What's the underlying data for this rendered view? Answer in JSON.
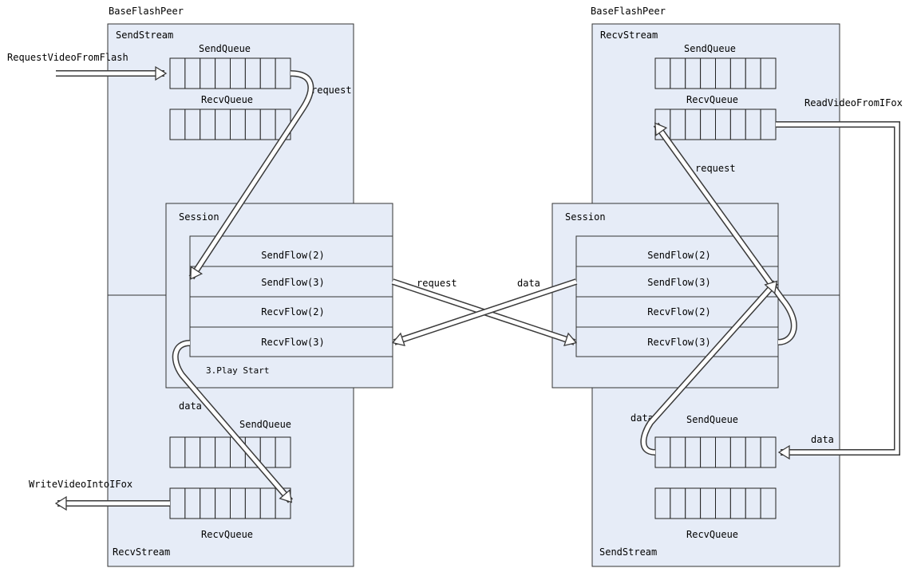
{
  "colors": {
    "box_fill": "#e6ecf7",
    "stroke": "#333333",
    "arrow_fill": "#ffffff"
  },
  "left": {
    "peer_title": "BaseFlashPeer",
    "send_stream_label": "SendStream",
    "recv_stream_label": "RecvStream",
    "top_send_queue": "SendQueue",
    "top_recv_queue": "RecvQueue",
    "bottom_send_queue": "SendQueue",
    "bottom_recv_queue": "RecvQueue",
    "session": {
      "label": "Session",
      "flows": [
        "SendFlow(2)",
        "SendFlow(3)",
        "RecvFlow(2)",
        "RecvFlow(3)"
      ],
      "note": "3.Play Start"
    },
    "input_label": "RequestVideoFromFlash",
    "output_label": "WriteVideoIntoIFox",
    "request_label": "request",
    "data_label": "data"
  },
  "right": {
    "peer_title": "BaseFlashPeer",
    "recv_stream_label": "RecvStream",
    "send_stream_label": "SendStream",
    "top_send_queue": "SendQueue",
    "top_recv_queue": "RecvQueue",
    "bottom_send_queue": "SendQueue",
    "bottom_recv_queue": "RecvQueue",
    "session": {
      "label": "Session",
      "flows": [
        "SendFlow(2)",
        "SendFlow(3)",
        "RecvFlow(2)",
        "RecvFlow(3)"
      ]
    },
    "read_label": "ReadVideoFromIFox",
    "request_label": "request",
    "data_label": "data",
    "loop_data_label": "data"
  },
  "middle": {
    "request_label": "request",
    "data_label": "data"
  }
}
